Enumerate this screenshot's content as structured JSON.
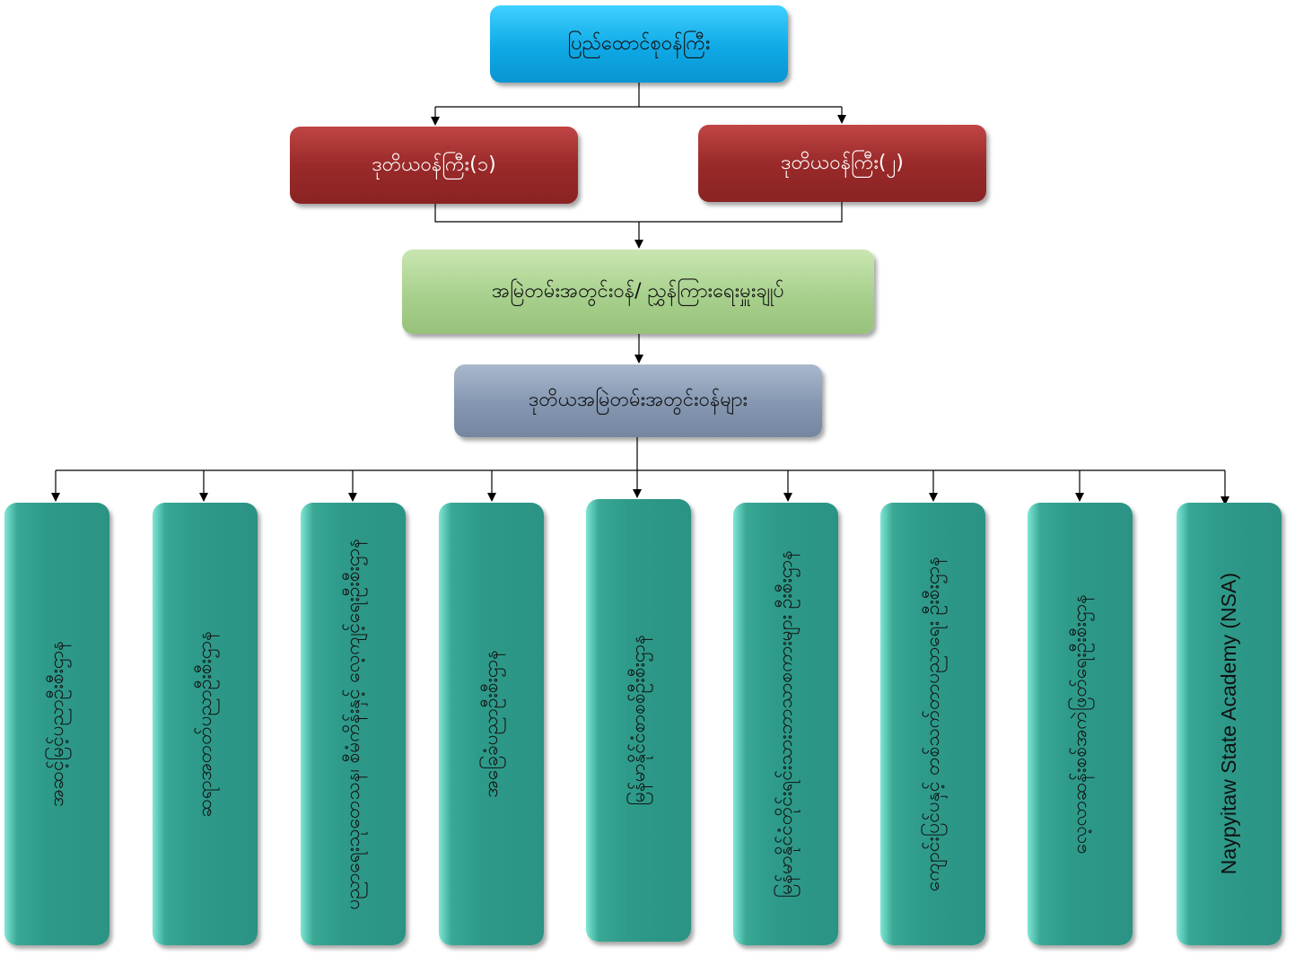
{
  "minister": "ပြည်ထောင်စုဝန်ကြီး",
  "deputy_ministers": [
    "ဒုတိယဝန်ကြီး(၁)",
    "ဒုတိယဝန်ကြီး(၂)"
  ],
  "permanent_secretary": "အမြဲတမ်းအတွင်းဝန်/ ညွှန်ကြားရေးမှူးချုပ်",
  "deputy_permanent_secretaries": "ဒုတိယအမြဲတမ်းအတွင်းဝန်များ",
  "departments": [
    "အဆင့်မြင့်ပညာဦးစီးဌာန",
    "ဆရာအတတ်ပညာဦးစီးဌာန",
    "ပညာရေးသုတေသန၊ စီမံကိန်းနှင့် လေ့ကျင့်ရေးဦးစီးဌာန",
    "အခြေခံပညာဦးစီးဌာန",
    "မြန်မာနိုင်ငံစာစစ်ဦးစီးဌာန",
    "မြန်မာနိုင်ငံတိုင်းရင်းသားဘာသာစကားများ ဦးစီးဌာန",
    "ကျောင်းပြင်ပနှင့် တစ်သက်တာပညာရေး ဦးစီးဌာန",
    "လေ့လာဆန်းစစ်အကဲဖြတ်ရေးဦးစီးဌာန",
    "Naypyitaw State Academy (NSA)"
  ],
  "colors": {
    "minister": "#0ea9e6",
    "deputy": "#9a2a2a",
    "permanent": "#a8d08d",
    "deputy_permanent": "#8496b0",
    "department": "#2e9a8a"
  }
}
